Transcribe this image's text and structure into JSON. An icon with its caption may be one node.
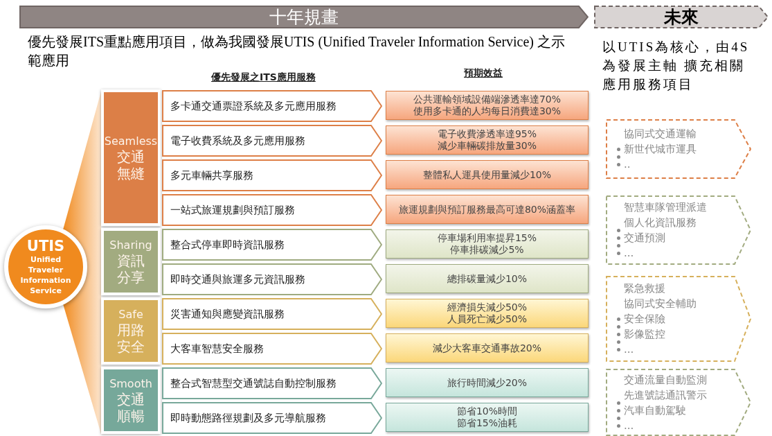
{
  "diagram": {
    "nodes": [
      {
        "text": [
          "十年規畫"
        ]
      },
      {
        "text": [
          "未來"
        ]
      },
      {
        "text": [
          "UTIS",
          "Unified Traveler Information Service"
        ]
      },
      {
        "text": [
          "Seamless",
          "交通無縫"
        ]
      },
      {
        "text": [
          "多卡通交通票證系統及多元應用服務"
        ]
      },
      {
        "text": [
          "公共運輸領域設備端滲透率達70%",
          "使用多卡通的人均每日消費達30%"
        ]
      },
      {
        "text": [
          "電子收費系統及多元應用服務"
        ]
      },
      {
        "text": [
          "電子收費滲透率達95%",
          "減少車輛碳排放量30%"
        ]
      },
      {
        "text": [
          "多元車輛共享服務"
        ]
      },
      {
        "text": [
          "整體私人運具使用量減少10%"
        ]
      },
      {
        "text": [
          "一站式旅運規劃與預訂服務"
        ]
      },
      {
        "text": [
          "旅運規劃與預訂服務最高可達80%涵蓋率"
        ]
      },
      {
        "text": [
          "Sharing",
          "資訊分享"
        ]
      },
      {
        "text": [
          "整合式停車即時資訊服務"
        ]
      },
      {
        "text": [
          "停車場利用率提昇15%",
          "停車排碳減少5%"
        ]
      },
      {
        "text": [
          "即時交通與旅運多元資訊服務"
        ]
      },
      {
        "text": [
          "總排碳量減少10%"
        ]
      },
      {
        "text": [
          "Safe",
          "用路安全"
        ]
      },
      {
        "text": [
          "災害通知與應變資訊服務"
        ]
      },
      {
        "text": [
          "經濟損失減少50%",
          "人員死亡減少50%"
        ]
      },
      {
        "text": [
          "大客車智慧安全服務"
        ]
      },
      {
        "text": [
          "減少大客車交通事故20%"
        ]
      },
      {
        "text": [
          "Smooth",
          "交通順暢"
        ]
      },
      {
        "text": [
          "整合式智慧型交通號誌自動控制服務"
        ]
      },
      {
        "text": [
          "旅行時間減少20%"
        ]
      },
      {
        "text": [
          "即時動態路徑規劃及多元導航服務"
        ]
      },
      {
        "text": [
          "節省10%時間",
          "節省15%油耗"
        ]
      },
      {
        "text": [
          "協同式交通運輸",
          "新世代城市運具",
          ".."
        ]
      },
      {
        "text": [
          "智慧車隊管理派遣",
          "個人化資訊服務",
          "交通預測",
          "..."
        ]
      },
      {
        "text": [
          "緊急救援",
          "協同式安全輔助",
          "安全保險",
          "影像監控",
          "..."
        ]
      },
      {
        "text": [
          "交通流量自動監測",
          "先進號誌通訊警示",
          "汽車自動駕駛",
          "..."
        ]
      },
      {
        "text": [],
        "shape": "triangle"
      }
    ],
    "labels": [
      "優先發展ITS重點應用項目，做為我國發展UTIS (Unified Traveler Information Service) 之示範應用",
      "優先發展之ITS應用服務",
      "預期效益",
      "以UTIS為核心，由4S為發展主軸 擴充相關應用服務項目"
    ]
  }
}
